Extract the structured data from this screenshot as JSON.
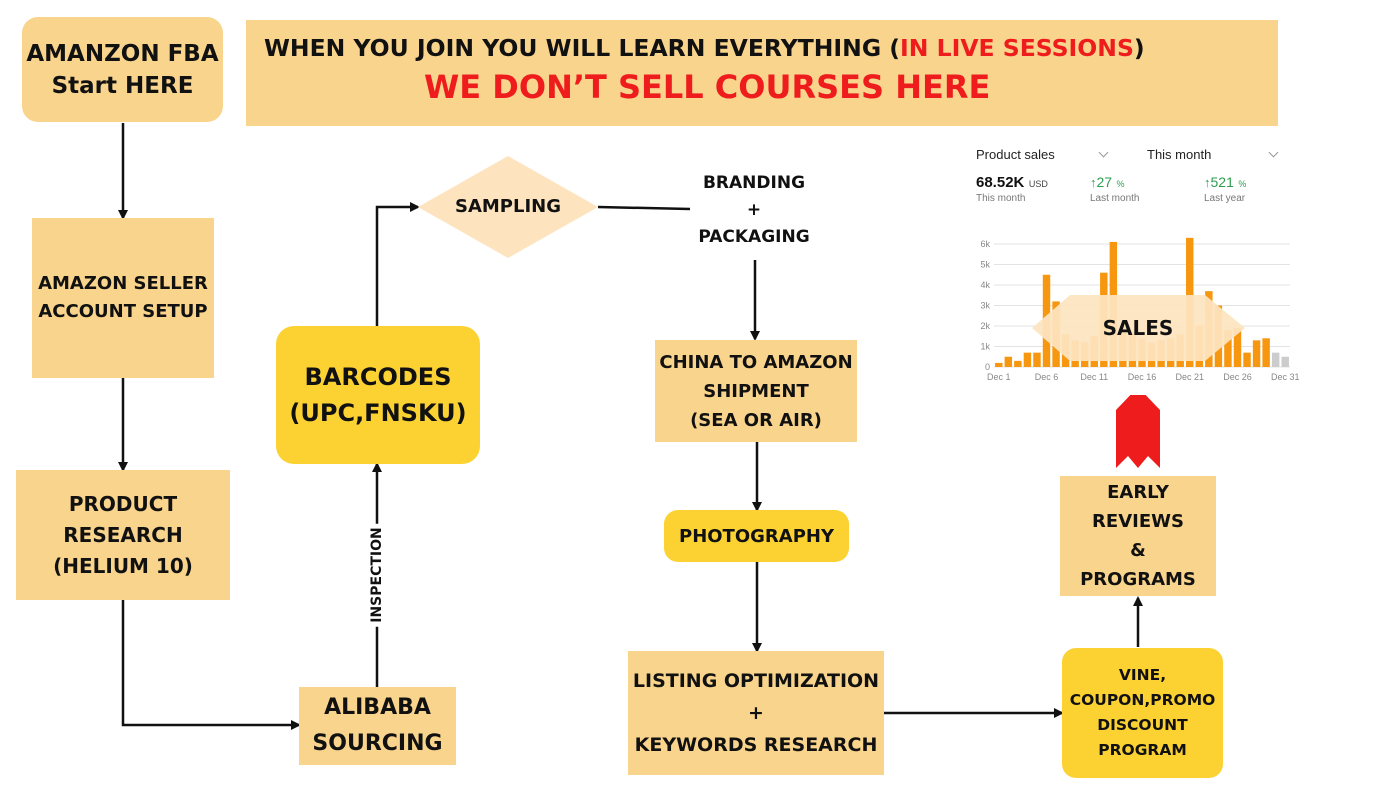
{
  "banner": {
    "line1_main": "WHEN YOU JOIN YOU WILL LEARN EVERYTHING  (",
    "line1_red": "IN LIVE SESSIONS",
    "line1_end": ")",
    "line2": "WE DON’T SELL COURSES HERE"
  },
  "nodes": {
    "start": [
      "AMANZON FBA",
      "Start HERE"
    ],
    "seller_account": [
      "AMAZON SELLER",
      "ACCOUNT SETUP"
    ],
    "product_research": [
      "PRODUCT",
      "RESEARCH",
      "(HELIUM 10)"
    ],
    "alibaba": [
      "ALIBABA",
      "SOURCING"
    ],
    "barcodes": [
      "BARCODES",
      "(UPC,FNSKU)"
    ],
    "sampling": "SAMPLING",
    "branding": [
      "BRANDING",
      "+",
      "PACKAGING"
    ],
    "shipment": [
      "CHINA TO AMAZON",
      "SHIPMENT",
      "(SEA OR AIR)"
    ],
    "photography": "PHOTOGRAPHY",
    "listing": [
      "LISTING OPTIMIZATION",
      "+",
      "KEYWORDS RESEARCH"
    ],
    "vine": [
      "VINE,",
      "COUPON,PROMO",
      "DISCOUNT",
      "PROGRAM"
    ],
    "early_reviews": [
      "EARLY",
      "REVIEWS",
      "&",
      "PROGRAMS"
    ],
    "sales": "SALES"
  },
  "edge_labels": {
    "inspection": "INSPECTION"
  },
  "sales_panel": {
    "metric_select": "Product sales",
    "period_select": "This month",
    "total_value": "68.52K",
    "total_unit": "USD",
    "total_caption": "This month",
    "change_month_value": "27",
    "change_month_unit": "%",
    "change_month_caption": "Last month",
    "change_year_value": "521",
    "change_year_unit": "%",
    "change_year_caption": "Last year"
  },
  "colors": {
    "light_box": "#f9d48c",
    "yellow_box": "#fcd232",
    "diamond": "#fde4bf",
    "red": "#ee1c1c",
    "bar_orange": "#f7960f",
    "bar_gray": "#cccccc",
    "positive_green": "#2e9e4f"
  },
  "icons": {
    "up_arrow": "up-arrow-icon",
    "chevron": "chevron-down-icon"
  },
  "chart_data": {
    "type": "bar",
    "title": "",
    "xlabel": "",
    "ylabel": "",
    "ylim": [
      0,
      6000
    ],
    "grid": true,
    "categories": [
      "Dec 1",
      "Dec 2",
      "Dec 3",
      "Dec 4",
      "Dec 5",
      "Dec 6",
      "Dec 7",
      "Dec 8",
      "Dec 9",
      "Dec 10",
      "Dec 11",
      "Dec 12",
      "Dec 13",
      "Dec 14",
      "Dec 15",
      "Dec 16",
      "Dec 17",
      "Dec 18",
      "Dec 19",
      "Dec 20",
      "Dec 21",
      "Dec 22",
      "Dec 23",
      "Dec 24",
      "Dec 25",
      "Dec 26",
      "Dec 27",
      "Dec 28",
      "Dec 29",
      "Dec 30",
      "Dec 31"
    ],
    "values": [
      200,
      500,
      300,
      700,
      700,
      4500,
      3200,
      1600,
      1300,
      1200,
      1500,
      4600,
      6100,
      2000,
      1700,
      1400,
      1200,
      1300,
      1400,
      1600,
      6300,
      2000,
      3700,
      3000,
      1800,
      1900,
      700,
      1300,
      1400,
      700,
      500
    ],
    "tick_labels": [
      "Dec 1",
      "Dec 6",
      "Dec 11",
      "Dec 16",
      "Dec 21",
      "Dec 26",
      "Dec 31"
    ],
    "y_tick_labels": [
      "0",
      "1k",
      "2k",
      "3k",
      "4k",
      "5k",
      "6k"
    ],
    "muted_categories": [
      "Dec 30",
      "Dec 31"
    ]
  }
}
